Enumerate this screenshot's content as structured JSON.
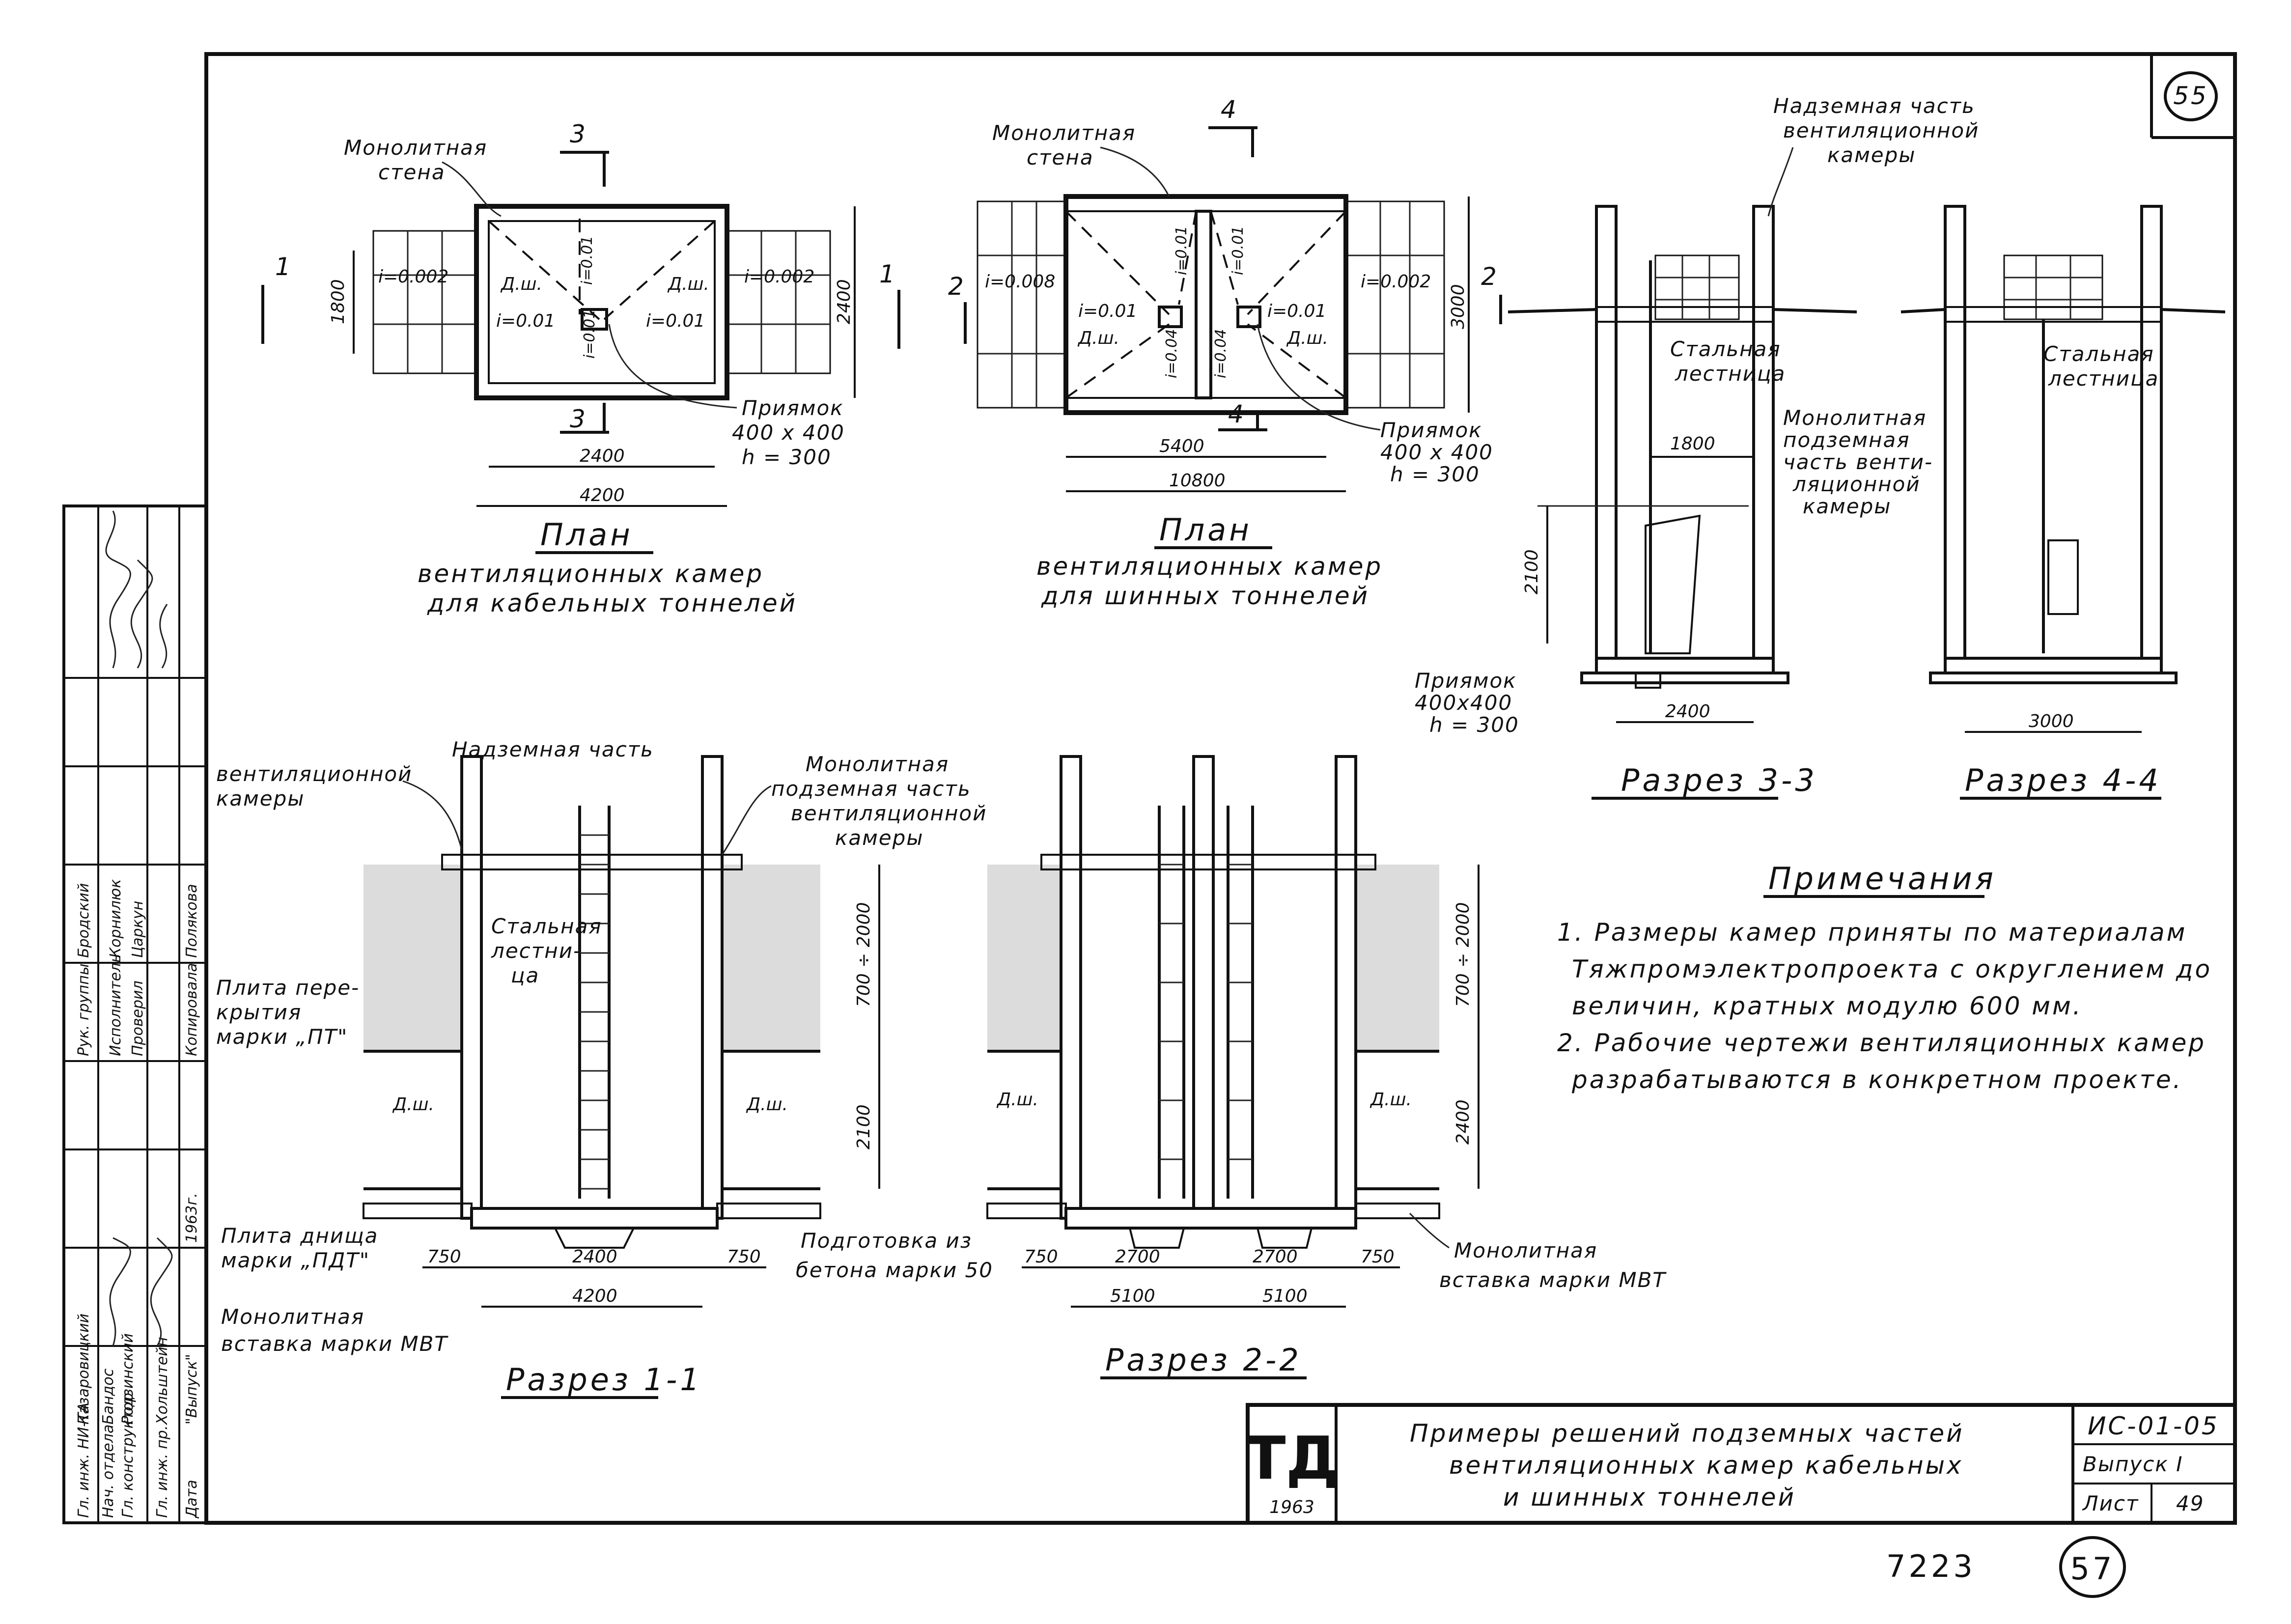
{
  "sheet_circle": "55",
  "sheet_number_bottom": "57",
  "archive_number": "7223",
  "plan1": {
    "label_wall": [
      "Монолитная",
      "стена"
    ],
    "section_mark_top": "3",
    "section_mark_bottom": "3",
    "section_mark_side": "1",
    "slope_left": "i=0.002",
    "slope_right": "i=0.002",
    "slope_inner_left": "i=0.01",
    "slope_inner_right": "i=0.01",
    "slope_center": "i=0.01",
    "slope_center2": "i=0.01",
    "dsh_left": "Д.ш.",
    "dsh_right": "Д.ш.",
    "dim_height_left": "1800",
    "dim_height_right": "2400",
    "dim_inner": "2400",
    "dim_total": "4200",
    "pit_label": [
      "Приямок",
      "400 х 400",
      "h = 300"
    ],
    "title": "План",
    "subtitle": [
      "вентиляционных камер",
      "для кабельных тоннелей"
    ]
  },
  "plan2": {
    "label_wall": [
      "Монолитная",
      "стена"
    ],
    "section_mark_top": "4",
    "section_mark_bottom": "4",
    "section_mark_side": "2",
    "slope_left": "i=0.008",
    "slope_right": "i=0.002",
    "slope_inner_1": "i=0.01",
    "slope_inner_2": "i=0.01",
    "slope_inner_3": "i=0.01",
    "slope_inner_4": "i=0.01",
    "slope_small_1": "i=0.04",
    "slope_small_2": "i=0.04",
    "dsh_left": "Д.ш.",
    "dsh_right": "Д.ш.",
    "dim_height_right": "3000",
    "dim_inner": "5400",
    "dim_total": "10800",
    "pit_label": [
      "Приямок",
      "400 х 400",
      "h = 300"
    ],
    "title": "План",
    "subtitle": [
      "вентиляционных камер",
      "для шинных тоннелей"
    ]
  },
  "section33": {
    "label_above": [
      "Надземная часть",
      "вентиляционной",
      "камеры"
    ],
    "label_ladder": [
      "Стальная",
      "лестница"
    ],
    "label_monolith": [
      "Монолитная",
      "подземная",
      "часть венти-",
      "ляционной",
      "камеры"
    ],
    "dim_1800": "1800",
    "dim_2100": "2100",
    "dim_width": "2400",
    "pit_label": [
      "Приямок",
      "400х400",
      "h = 300"
    ],
    "title": "Разрез 3-3"
  },
  "section44": {
    "label_ladder": [
      "Стальная",
      "лестница"
    ],
    "dim_width": "3000",
    "title": "Разрез 4-4"
  },
  "section11": {
    "label_above": [
      "Надземная часть",
      "вентиляционной",
      "камеры"
    ],
    "label_slab_top": [
      "Плита пере-",
      "крытия",
      "марки „ПТ\""
    ],
    "label_ladder": [
      "Стальная",
      "лестни-",
      "ца"
    ],
    "label_monolith": [
      "Монолитная",
      "подземная часть",
      "вентиляционной",
      "камеры"
    ],
    "label_slab_bottom": [
      "Плита днища",
      "марки „ПДТ\""
    ],
    "label_insert": [
      "Монолитная",
      "вставка марки МВТ"
    ],
    "label_prep": [
      "Подготовка из",
      "бетона марки 50"
    ],
    "dsh_left": "Д.ш.",
    "dsh_right": "Д.ш.",
    "dim_depth": "700 ÷ 2000",
    "dim_2100": "2100",
    "dim_750_left": "750",
    "dim_750_right": "750",
    "dim_inner": "2400",
    "dim_total": "4200",
    "title": "Разрез 1-1"
  },
  "section22": {
    "label_insert": [
      "Монолитная",
      "вставка марки МВТ"
    ],
    "dsh_left": "Д.ш.",
    "dsh_right": "Д.ш.",
    "dim_depth": "700 ÷ 2000",
    "dim_2400": "2400",
    "dim_750_left": "750",
    "dim_750_right": "750",
    "dim_2700_a": "2700",
    "dim_2700_b": "2700",
    "dim_5100_a": "5100",
    "dim_5100_b": "5100",
    "title": "Разрез 2-2"
  },
  "notes": {
    "title": "Примечания",
    "items": [
      "1. Размеры камер приняты по материалам",
      "Тяжпромэлектропроекта с округлением до",
      "величин, кратных модулю 600 мм.",
      "2. Рабочие чертежи вентиляционных камер",
      "разрабатываются в конкретном проекте."
    ]
  },
  "title_block": {
    "logo": "ТД",
    "logo_year": "1963",
    "title_lines": [
      "Примеры решений подземных частей",
      "вентиляционных камер кабельных",
      "и шинных тоннелей"
    ],
    "code": "ИС-01-05",
    "issue": "Выпуск I",
    "sheet_label": "Лист",
    "sheet_value": "49"
  },
  "stamp": {
    "rows": [
      {
        "role": "Гл. инж. НИ-ТА",
        "name": "Казаровицкий"
      },
      {
        "role": "Нач. отдела",
        "name": "Бандос"
      },
      {
        "role": "Гл. конструктор",
        "name": "Родзинский"
      },
      {
        "role": "Гл. инж. пр.",
        "name": "Хольштейн"
      },
      {
        "role": "Рук. группы",
        "name": "Бродский"
      },
      {
        "role": "Исполнитель",
        "name": "Корнилюк"
      },
      {
        "role": "Проверил",
        "name": "Царкун"
      },
      {
        "role": "Копировала",
        "name": "Полякова"
      }
    ],
    "date_label": "Дата",
    "date_value": "1963г.",
    "issue_label": "\"Выпуск\""
  }
}
